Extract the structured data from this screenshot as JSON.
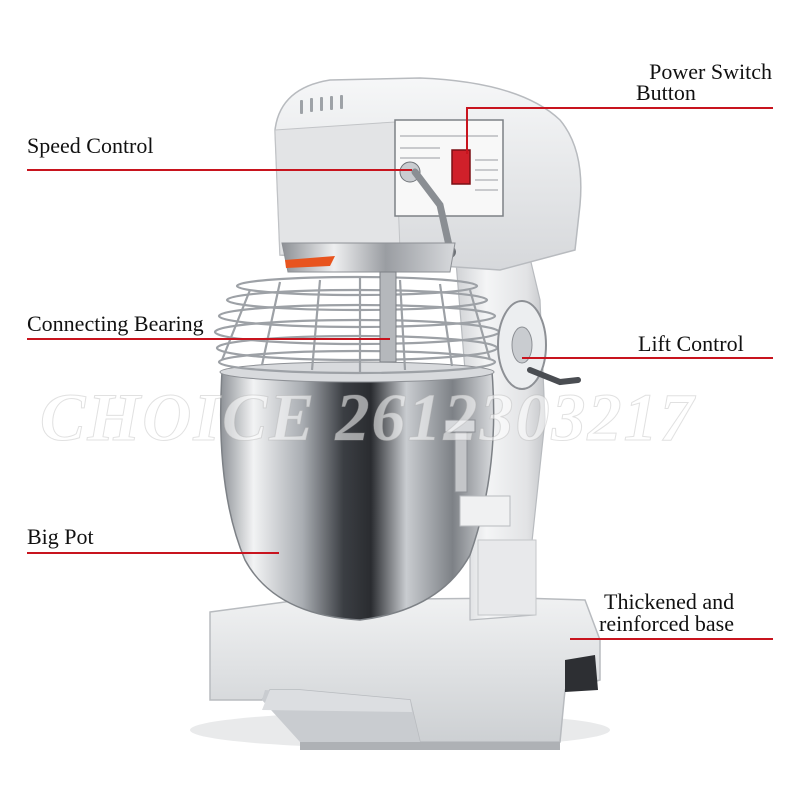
{
  "labels": {
    "power_switch_line1": "Power Switch",
    "power_switch_line2": "Button",
    "speed_control": "Speed Control",
    "connecting_bearing": "Connecting Bearing",
    "lift_control": "Lift Control",
    "big_pot": "Big Pot",
    "base_line1": "Thickened and",
    "base_line2": "reinforced base"
  },
  "watermark": "CHOICE 2612303217",
  "colors": {
    "leader_line": "#c8141e",
    "machine_body": "#e6e7e9",
    "steel_bowl": "#b9bcc0",
    "switch_red": "#d0202a",
    "guard_orange": "#e8541e"
  }
}
